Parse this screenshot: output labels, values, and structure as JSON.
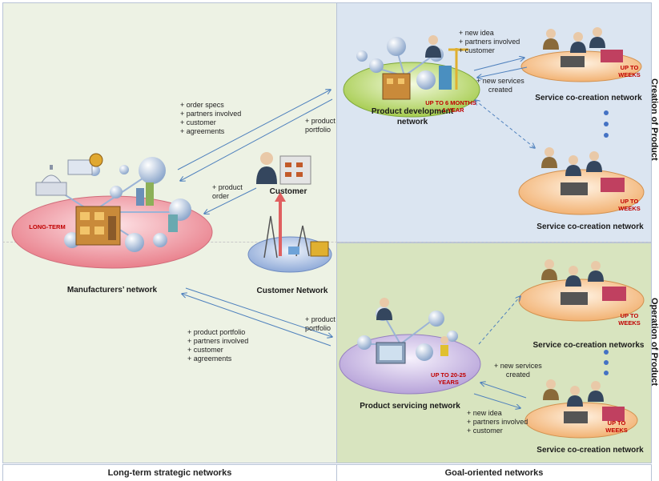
{
  "footer": {
    "left": "Long-term strategic networks",
    "right": "Goal-oriented networks"
  },
  "side_labels": {
    "top": "Creation of Product",
    "bottom": "Operation of Product"
  },
  "nodes": {
    "manufacturers": {
      "title": "Manufacturers’ network",
      "badge": "LONG-TERM"
    },
    "customer": {
      "title": "Customer"
    },
    "customer_network": {
      "title": "Customer Network"
    },
    "product_development": {
      "title_line1": "Product development",
      "title_line2": "network",
      "badge_line1": "UP TO 6 MONTHS",
      "badge_line2": "– 1 YEAR"
    },
    "product_servicing": {
      "title": "Product servicing network",
      "badge_line1": "UP TO 20-25",
      "badge_line2": "YEARS"
    },
    "service_cocreation": [
      {
        "title": "Service co-creation network",
        "badge_line1": "UP TO",
        "badge_line2": "WEEKS"
      },
      {
        "title": "Service co-creation network",
        "badge_line1": "UP TO",
        "badge_line2": "WEEKS"
      },
      {
        "title": "Service co-creation networks",
        "badge_line1": "UP TO",
        "badge_line2": "WEEKS"
      },
      {
        "title": "Service co-creation network",
        "badge_line1": "UP TO",
        "badge_line2": "WEEKS"
      }
    ]
  },
  "flow_labels": {
    "order_specs": [
      "+ order specs",
      "+ partners involved",
      "+ customer",
      "+ agreements"
    ],
    "product_portfolio_top": [
      "+ product",
      "portfolio"
    ],
    "product_order": [
      "+ product",
      "order"
    ],
    "new_idea_top": [
      "+ new idea",
      "+ partners involved",
      "+ customer"
    ],
    "new_services_top": [
      "+ new services",
      "created"
    ],
    "product_portfolio_bottom_right": [
      "+ product",
      "portfolio"
    ],
    "product_portfolio_bottom_left": [
      "+ product portfolio",
      "+ partners involved",
      "+ customer",
      "+ agreements"
    ],
    "new_services_bottom": [
      "+ new services",
      "created"
    ],
    "new_idea_bottom": [
      "+ new idea",
      "+ partners involved",
      "+ customer"
    ]
  },
  "colors": {
    "manufacturers_ellipse": "#f0a0a8",
    "development_ellipse": "#c6e08a",
    "servicing_ellipse": "#cfc1e6",
    "cocreation_ellipse": "#f7c99b",
    "customer_ellipse": "#aabfe3",
    "arrow": "#4f81bd",
    "badge_text": "#c00000"
  }
}
